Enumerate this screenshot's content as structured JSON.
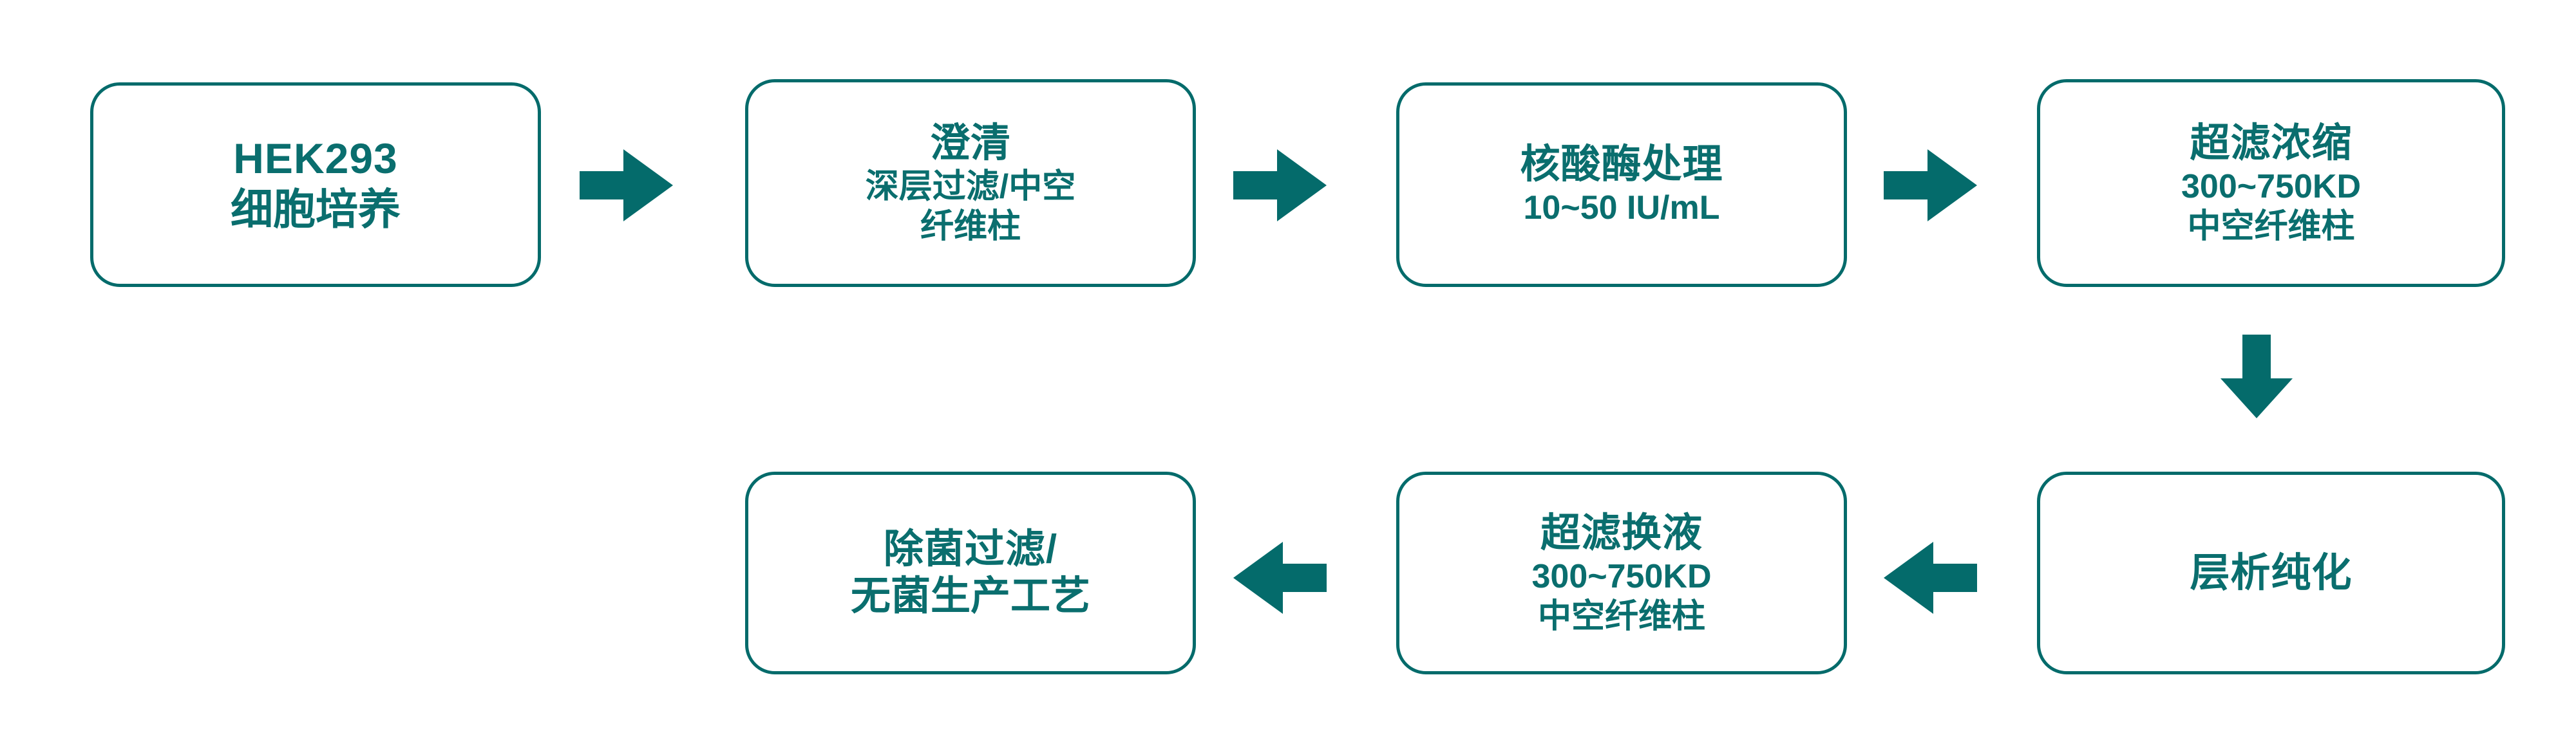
{
  "figure": {
    "kind": "process-flowchart",
    "accent_color": "#046b6b",
    "background_color": "#ffffff",
    "orientation": "serpentine-two-rows"
  },
  "nodes": [
    {
      "id": "hek293-cell-culture",
      "title": "HEK293",
      "lines": [
        "细胞培养"
      ]
    },
    {
      "id": "clarification",
      "title": "澄清",
      "lines": [
        "深层过滤/中空",
        "纤维柱"
      ]
    },
    {
      "id": "nuclease-treatment",
      "title": "核酸酶处理",
      "lines": [
        "10~50 IU/mL"
      ]
    },
    {
      "id": "ultrafiltration-concentration",
      "title": "超滤浓缩",
      "lines": [
        "300~750KD",
        "中空纤维柱"
      ]
    },
    {
      "id": "chromatography-purification",
      "title": "层析纯化",
      "lines": []
    },
    {
      "id": "ultrafiltration-buffer-exchange",
      "title": "超滤换液",
      "lines": [
        "300~750KD",
        "中空纤维柱"
      ]
    },
    {
      "id": "sterile-filtration",
      "title": "除菌过滤/",
      "lines": [
        "无菌生产工艺"
      ]
    }
  ],
  "arrows": [
    {
      "id": "arrow-culture-to-clarification",
      "direction": "right",
      "from": "hek293-cell-culture",
      "to": "clarification"
    },
    {
      "id": "arrow-clarification-to-nuclease",
      "direction": "right",
      "from": "clarification",
      "to": "nuclease-treatment"
    },
    {
      "id": "arrow-nuclease-to-uf-concentrate",
      "direction": "right",
      "from": "nuclease-treatment",
      "to": "ultrafiltration-concentration"
    },
    {
      "id": "arrow-uf-concentrate-to-chrom",
      "direction": "down",
      "from": "ultrafiltration-concentration",
      "to": "chromatography-purification"
    },
    {
      "id": "arrow-chrom-to-uf-exchange",
      "direction": "left",
      "from": "chromatography-purification",
      "to": "ultrafiltration-buffer-exchange"
    },
    {
      "id": "arrow-uf-exchange-to-sterile",
      "direction": "left",
      "from": "ultrafiltration-buffer-exchange",
      "to": "sterile-filtration"
    }
  ]
}
